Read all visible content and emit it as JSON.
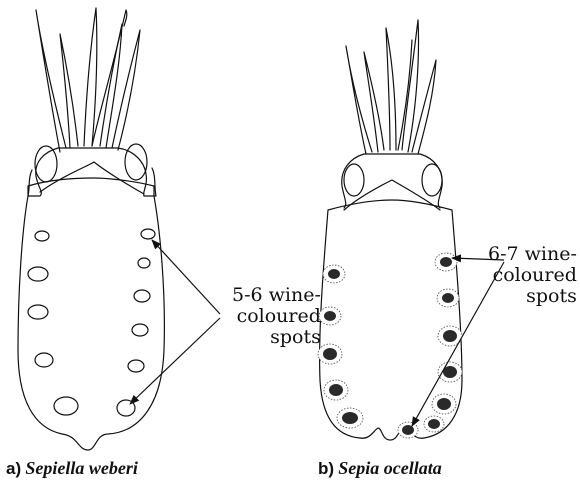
{
  "figure": {
    "panel_a": {
      "annotation_line1": "5-6 wine-",
      "annotation_line2": "coloured",
      "annotation_line3": "spots",
      "caption_letter": "a)",
      "caption_species": "Sepiella weberi"
    },
    "panel_b": {
      "annotation_line1": "6-7 wine-",
      "annotation_line2": "coloured",
      "annotation_line3": "spots",
      "caption_letter": "b)",
      "caption_species": "Sepia ocellata"
    }
  }
}
